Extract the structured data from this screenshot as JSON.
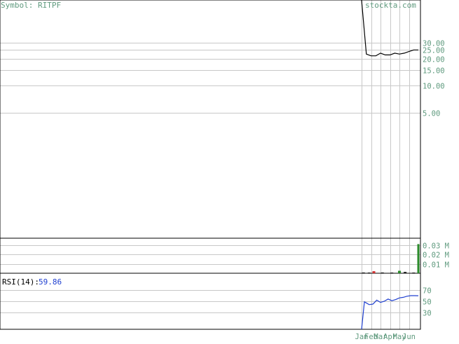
{
  "header": {
    "symbol_text": "Symbol: RITPF",
    "site_text": "stockta.com"
  },
  "colors": {
    "label_green": "#5f9a7e",
    "grid": "#c8c8c8",
    "frame": "#000000",
    "price_line": "#000000",
    "rsi_line": "#2040d0",
    "rsi_value": "#2040d0",
    "volume_up": "#2a8a2a",
    "volume_down": "#d03030",
    "volume_neutral": "#1a1a1a"
  },
  "chart_data": [
    {
      "type": "line",
      "panel": "price",
      "y_scale": "log",
      "y_ticks": [
        {
          "value": 30,
          "label": "30.00"
        },
        {
          "value": 25,
          "label": "25.00"
        },
        {
          "value": 20,
          "label": "20.00"
        },
        {
          "value": 15,
          "label": "15.00"
        },
        {
          "value": 10,
          "label": "10.00"
        },
        {
          "value": 5,
          "label": "5.00"
        }
      ],
      "ylim": [
        0.2,
        90
      ],
      "x_labels": [
        "Jan",
        "Feb",
        "Mar",
        "Apr",
        "May",
        "Jun"
      ],
      "x": [
        0,
        0.5,
        1.0,
        1.5,
        2.0,
        2.5,
        3.0,
        3.5,
        4.0,
        4.5,
        5.0,
        5.5,
        6.0
      ],
      "values": [
        90,
        22.5,
        21.5,
        21.5,
        23,
        22,
        22,
        23,
        22.5,
        23,
        24,
        25,
        25
      ]
    },
    {
      "type": "bar",
      "panel": "volume",
      "y_ticks": [
        {
          "value": 0.03,
          "label": "0.03 M"
        },
        {
          "value": 0.02,
          "label": "0.02 M"
        },
        {
          "value": 0.01,
          "label": "0.01 M"
        }
      ],
      "ylim": [
        0,
        0.0375
      ],
      "unit": "M",
      "bars": [
        {
          "x": 0.2,
          "value": 0.0008,
          "dir": "neutral"
        },
        {
          "x": 0.8,
          "value": 0.0006,
          "dir": "neutral"
        },
        {
          "x": 1.3,
          "value": 0.0022,
          "dir": "down"
        },
        {
          "x": 2.2,
          "value": 0.0008,
          "dir": "neutral"
        },
        {
          "x": 3.2,
          "value": 0.0006,
          "dir": "neutral"
        },
        {
          "x": 4.0,
          "value": 0.0026,
          "dir": "up"
        },
        {
          "x": 4.6,
          "value": 0.0014,
          "dir": "neutral"
        },
        {
          "x": 5.5,
          "value": 0.0004,
          "dir": "neutral"
        },
        {
          "x": 6.0,
          "value": 0.0312,
          "dir": "up"
        }
      ]
    },
    {
      "type": "line",
      "panel": "rsi",
      "label": "RSI(14):",
      "current_value": "59.86",
      "y_ticks": [
        {
          "value": 70,
          "label": "70"
        },
        {
          "value": 50,
          "label": "50"
        },
        {
          "value": 30,
          "label": "30"
        }
      ],
      "ylim": [
        0,
        100
      ],
      "x": [
        0,
        0.3,
        0.8,
        1.2,
        1.6,
        2.0,
        2.4,
        2.8,
        3.2,
        3.6,
        4.0,
        4.4,
        4.8,
        5.2,
        5.6,
        6.0
      ],
      "values": [
        0,
        49,
        44,
        45,
        52,
        48,
        50,
        54,
        51,
        53,
        56,
        57,
        59,
        60,
        60,
        59.86
      ]
    }
  ]
}
